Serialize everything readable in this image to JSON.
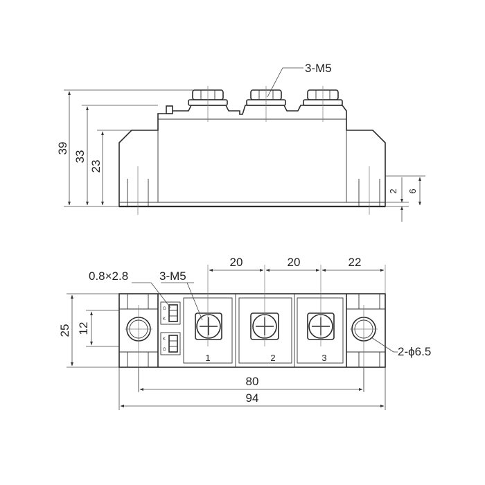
{
  "side_view": {
    "callout": "3-M5",
    "dims": {
      "height_39": "39",
      "height_33": "33",
      "height_23": "23",
      "depth_2": "2",
      "depth_6": "6"
    }
  },
  "top_view": {
    "dims": {
      "pitch_1": "20",
      "pitch_2": "20",
      "pitch_3": "22",
      "width_25": "25",
      "width_12": "12",
      "span_80": "80",
      "length_94": "94"
    },
    "callouts": {
      "tab_size": "0.8×2.8",
      "screw": "3-M5",
      "holes": "2-ϕ6.5"
    },
    "terminals": [
      "1",
      "2",
      "3"
    ],
    "tab_marks": [
      "G",
      "K",
      "K",
      "G"
    ]
  }
}
